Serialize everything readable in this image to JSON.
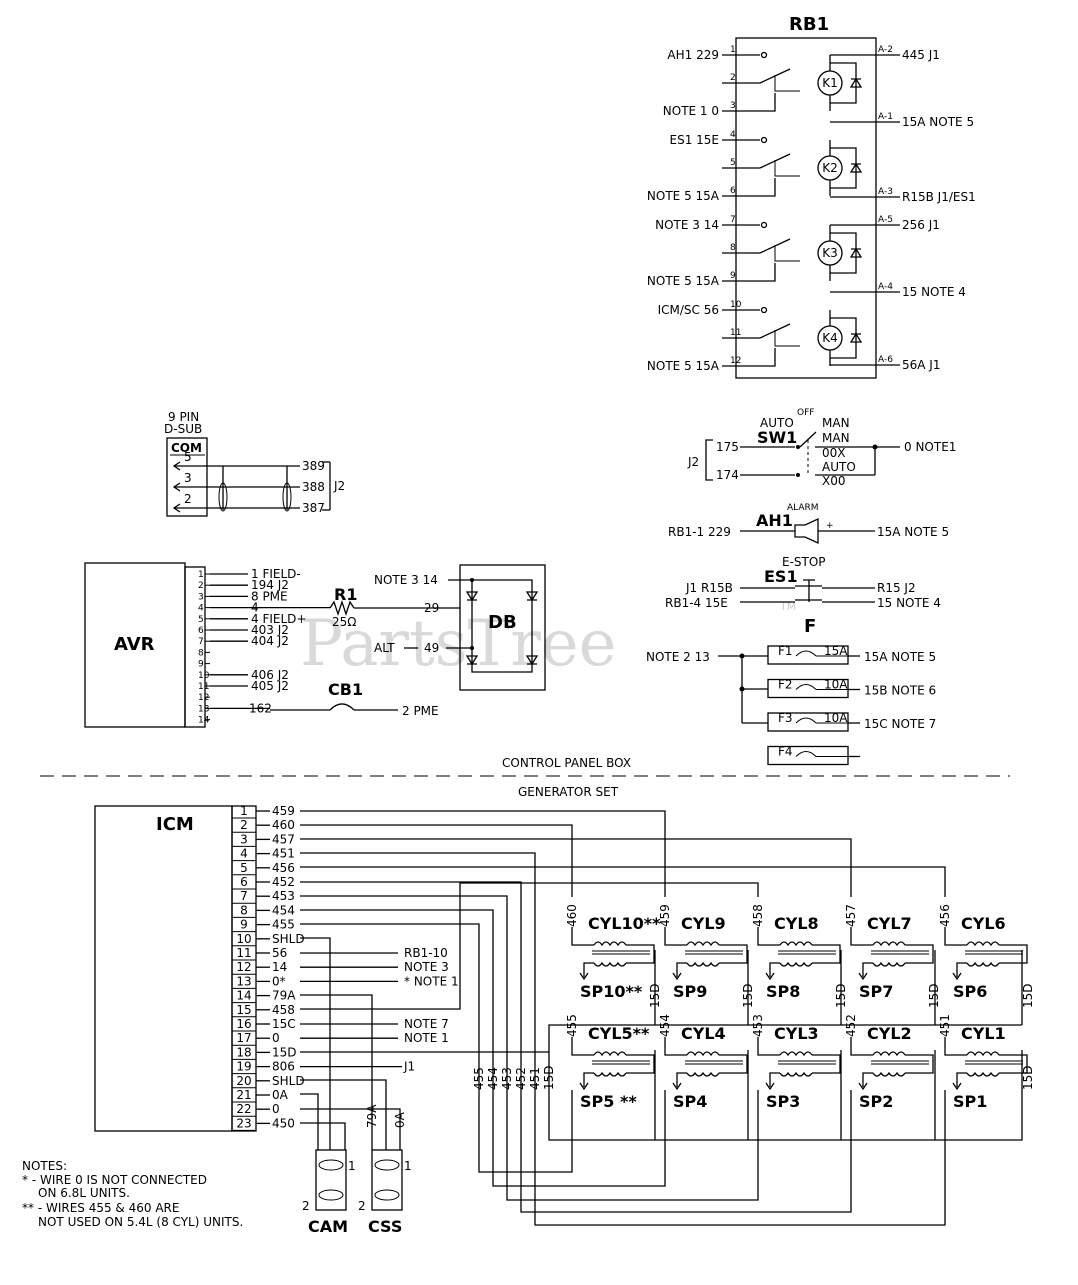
{
  "rb1": {
    "title": "RB1",
    "left_pins": [
      {
        "label": "AH1 229",
        "pin": "1"
      },
      {
        "label": "",
        "pin": "2"
      },
      {
        "label": "NOTE 1 0",
        "pin": "3"
      },
      {
        "label": "ES1 15E",
        "pin": "4"
      },
      {
        "label": "",
        "pin": "5"
      },
      {
        "label": "NOTE 5 15A",
        "pin": "6"
      },
      {
        "label": "NOTE 3 14",
        "pin": "7"
      },
      {
        "label": "",
        "pin": "8"
      },
      {
        "label": "NOTE 5 15A",
        "pin": "9"
      },
      {
        "label": "ICM/SC 56",
        "pin": "10"
      },
      {
        "label": "",
        "pin": "11"
      },
      {
        "label": "NOTE 5 15A",
        "pin": "12"
      }
    ],
    "right_pins": [
      {
        "pin": "A-2",
        "label": "445 J1"
      },
      {
        "pin": "A-1",
        "label": "15A NOTE 5"
      },
      {
        "pin": "A-3",
        "label": "R15B J1/ES1"
      },
      {
        "pin": "A-5",
        "label": "256 J1"
      },
      {
        "pin": "A-4",
        "label": "15 NOTE 4"
      },
      {
        "pin": "A-6",
        "label": "56A J1"
      }
    ],
    "relays": [
      "K1",
      "K2",
      "K3",
      "K4"
    ]
  },
  "dsub": {
    "title_line1": "9 PIN",
    "title_line2": "D-SUB",
    "box_label": "COM",
    "pins": [
      "5",
      "3",
      "2"
    ],
    "wires": [
      "389",
      "388",
      "387"
    ],
    "connector": "J2"
  },
  "sw1": {
    "name": "SW1",
    "off": "OFF",
    "auto": "AUTO",
    "man": "MAN",
    "rows": [
      {
        "label": "MAN"
      },
      {
        "label": "00X"
      },
      {
        "label": "AUTO"
      },
      {
        "label": "X00"
      }
    ],
    "connector": "J2",
    "wire_top": "175",
    "wire_bottom": "174",
    "output": "0 NOTE1"
  },
  "ah1": {
    "name": "AH1",
    "alarm": "ALARM",
    "plus": "+",
    "left": "RB1-1 229",
    "right": "15A NOTE 5"
  },
  "es1": {
    "name": "ES1",
    "estop": "E-STOP",
    "left_top": "J1 R15B",
    "left_bottom": "RB1-4 15E",
    "right_top": "R15 J2",
    "right_bottom": "15 NOTE 4"
  },
  "avr": {
    "name": "AVR",
    "terminals": [
      "1",
      "2",
      "3",
      "4",
      "5",
      "6",
      "7",
      "8",
      "9",
      "10",
      "11",
      "12",
      "13",
      "14"
    ],
    "wires": [
      {
        "t": "1",
        "label": "1 FIELD-"
      },
      {
        "t": "2",
        "label": "194 J2"
      },
      {
        "t": "3",
        "label": "8 PME"
      },
      {
        "t": "4",
        "label": "4"
      },
      {
        "t": "5",
        "label": "4 FIELD+"
      },
      {
        "t": "6",
        "label": "403 J2"
      },
      {
        "t": "7",
        "label": "404 J2"
      },
      {
        "t": "10",
        "label": "406 J2"
      },
      {
        "t": "11",
        "label": "405 J2"
      },
      {
        "t": "13",
        "label": "162"
      }
    ]
  },
  "r1": {
    "name": "R1",
    "value": "25Ω",
    "wire": "29"
  },
  "cb1": {
    "name": "CB1",
    "out": "2 PME"
  },
  "db": {
    "name": "DB",
    "in_top": "NOTE 3 14",
    "in_alt": "ALT",
    "wire_alt": "49"
  },
  "fuses": {
    "title": "F",
    "input": "NOTE 2 13",
    "items": [
      {
        "name": "F1",
        "rating": "15A",
        "out": "15A NOTE 5"
      },
      {
        "name": "F2",
        "rating": "10A",
        "out": "15B NOTE 6"
      },
      {
        "name": "F3",
        "rating": "10A",
        "out": "15C NOTE 7"
      },
      {
        "name": "F4",
        "rating": "",
        "out": ""
      }
    ]
  },
  "separator": {
    "top": "CONTROL PANEL BOX",
    "bottom": "GENERATOR SET"
  },
  "icm": {
    "name": "ICM",
    "rows": [
      {
        "pin": "1",
        "wire": "459",
        "dest": ""
      },
      {
        "pin": "2",
        "wire": "460",
        "dest": ""
      },
      {
        "pin": "3",
        "wire": "457",
        "dest": ""
      },
      {
        "pin": "4",
        "wire": "451",
        "dest": ""
      },
      {
        "pin": "5",
        "wire": "456",
        "dest": ""
      },
      {
        "pin": "6",
        "wire": "452",
        "dest": ""
      },
      {
        "pin": "7",
        "wire": "453",
        "dest": ""
      },
      {
        "pin": "8",
        "wire": "454",
        "dest": ""
      },
      {
        "pin": "9",
        "wire": "455",
        "dest": ""
      },
      {
        "pin": "10",
        "wire": "SHLD",
        "dest": ""
      },
      {
        "pin": "11",
        "wire": "56",
        "dest": "RB1-10"
      },
      {
        "pin": "12",
        "wire": "14",
        "dest": "NOTE 3"
      },
      {
        "pin": "13",
        "wire": "0*",
        "dest": "* NOTE 1"
      },
      {
        "pin": "14",
        "wire": "79A",
        "dest": ""
      },
      {
        "pin": "15",
        "wire": "458",
        "dest": ""
      },
      {
        "pin": "16",
        "wire": "15C",
        "dest": "NOTE 7"
      },
      {
        "pin": "17",
        "wire": "0",
        "dest": "NOTE 1"
      },
      {
        "pin": "18",
        "wire": "15D",
        "dest": ""
      },
      {
        "pin": "19",
        "wire": "806",
        "dest": "J1"
      },
      {
        "pin": "20",
        "wire": "SHLD",
        "dest": ""
      },
      {
        "pin": "21",
        "wire": "0A",
        "dest": ""
      },
      {
        "pin": "22",
        "wire": "0",
        "dest": ""
      },
      {
        "pin": "23",
        "wire": "450",
        "dest": ""
      }
    ]
  },
  "coils_top": [
    {
      "name": "CYL10**",
      "wire": "460",
      "plug": "SP10**",
      "return": "15D"
    },
    {
      "name": "CYL9",
      "wire": "459",
      "plug": "SP9",
      "return": "15D"
    },
    {
      "name": "CYL8",
      "wire": "458",
      "plug": "SP8",
      "return": "15D"
    },
    {
      "name": "CYL7",
      "wire": "457",
      "plug": "SP7",
      "return": "15D"
    },
    {
      "name": "CYL6",
      "wire": "456",
      "plug": "SP6",
      "return": "15D"
    }
  ],
  "coils_bottom": [
    {
      "name": "CYL5**",
      "wire": "455",
      "plug": "SP5 **"
    },
    {
      "name": "CYL4",
      "wire": "454",
      "plug": "SP4"
    },
    {
      "name": "CYL3",
      "wire": "453",
      "plug": "SP3"
    },
    {
      "name": "CYL2",
      "wire": "452",
      "plug": "SP2"
    },
    {
      "name": "CYL1",
      "wire": "451",
      "plug": "SP1",
      "return": "15D"
    }
  ],
  "bus_labels": [
    "455",
    "454",
    "453",
    "452",
    "451",
    "15D"
  ],
  "sensors": [
    {
      "name": "CAM",
      "pin1": "1",
      "pin2": "2"
    },
    {
      "name": "CSS",
      "pin1": "1",
      "pin2": "2",
      "wire_a": "79A",
      "wire_b": "0A"
    }
  ],
  "notes": {
    "title": "NOTES:",
    "lines": [
      "* - WIRE 0 IS NOT CONNECTED",
      "ON 6.8L UNITS.",
      "** - WIRES 455 & 460  ARE",
      "NOT USED ON 5.4L (8 CYL) UNITS."
    ]
  },
  "watermark": {
    "text": "PartsTree",
    "tm": "TM"
  }
}
